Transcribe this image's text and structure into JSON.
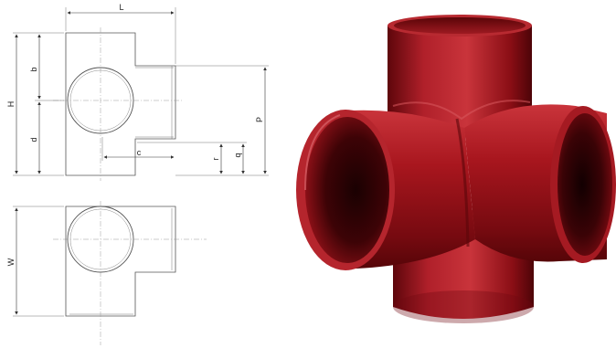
{
  "drawing": {
    "labels": {
      "L": "L",
      "H": "H",
      "b": "b",
      "d": "d",
      "c": "c",
      "r": "r",
      "q": "q",
      "P": "P",
      "W": "W"
    }
  },
  "colors": {
    "line": "#555555",
    "dim_line": "#333333",
    "center_line": "#9a9a9a",
    "fitting_red": "#a3151c",
    "fitting_dark": "#4a0408",
    "fitting_highlight": "#d84a4a",
    "background": "#ffffff"
  }
}
